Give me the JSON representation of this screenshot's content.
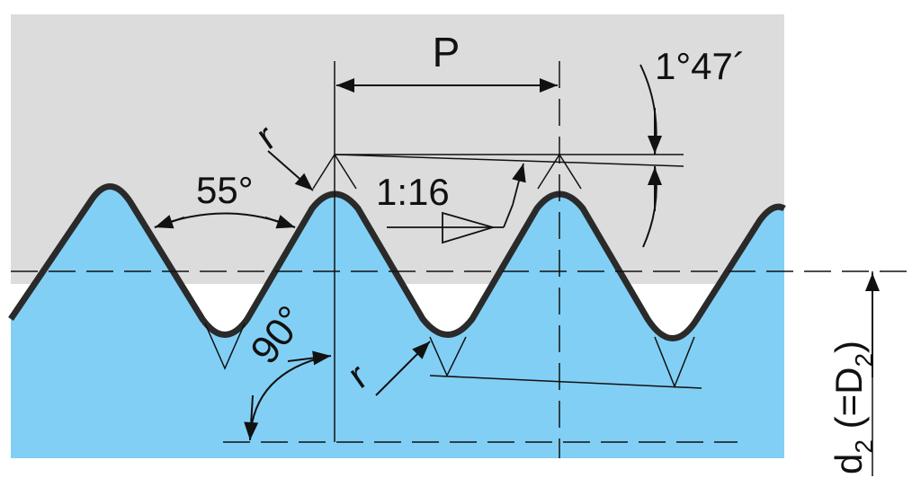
{
  "diagram": {
    "labels": {
      "pitch": "P",
      "taper_angle": "1°47´",
      "taper_ratio": "1:16",
      "flank_angle": "55°",
      "right_angle": "90°",
      "root_radius": "r",
      "crest_radius": "r",
      "pitch_diameter_main": "d",
      "pitch_diameter_sub": "2",
      "pitch_diameter_eq_open": " (=D",
      "pitch_diameter_eq_sub": "2",
      "pitch_diameter_eq_close": ")"
    },
    "colors": {
      "background": "#ffffff",
      "upper_fill": "#dcdcdc",
      "lower_fill": "#82cff5",
      "thread_profile": "#2a2a2a",
      "lines": "#111111"
    }
  }
}
